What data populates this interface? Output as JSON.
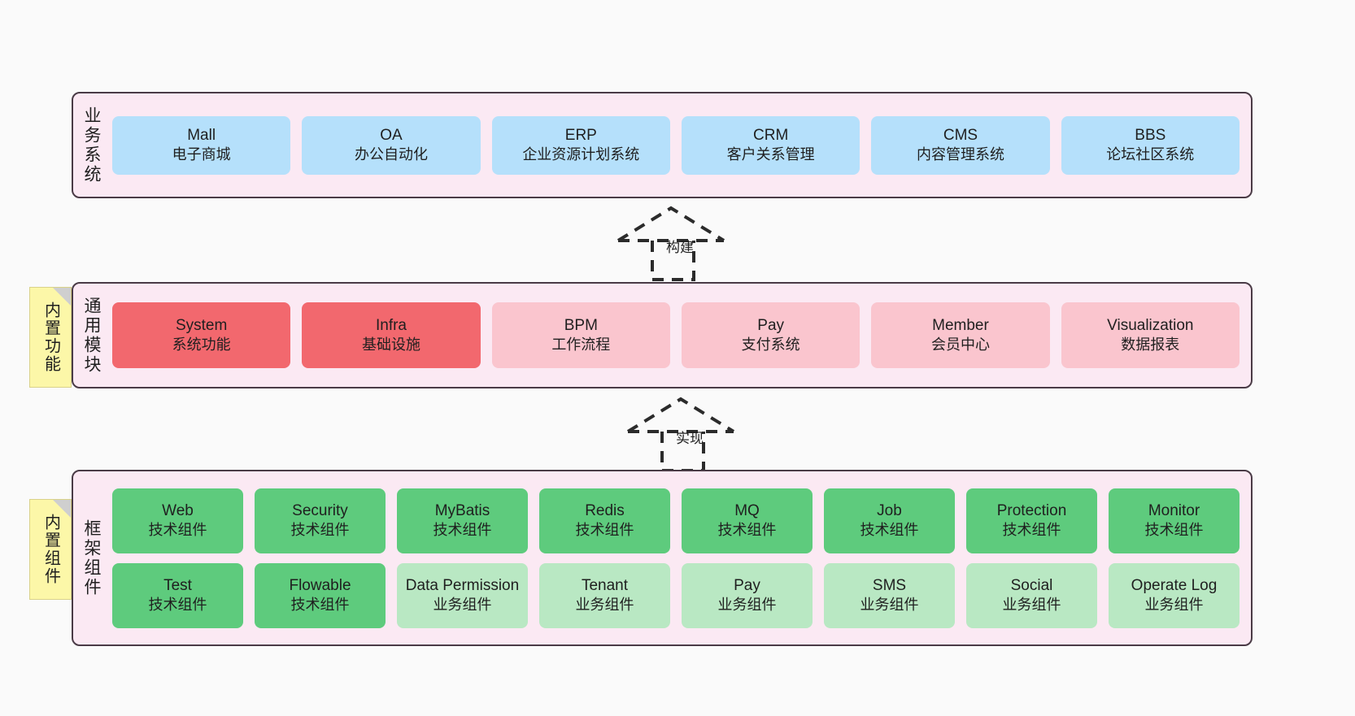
{
  "layers": [
    {
      "id": "business",
      "title": "业务系统",
      "rows": [
        {
          "nodes": [
            {
              "name": "Mall",
              "sub": "电子商城",
              "color": "#b5e0fb"
            },
            {
              "name": "OA",
              "sub": "办公自动化",
              "color": "#b5e0fb"
            },
            {
              "name": "ERP",
              "sub": "企业资源计划系统",
              "color": "#b5e0fb"
            },
            {
              "name": "CRM",
              "sub": "客户关系管理",
              "color": "#b5e0fb"
            },
            {
              "name": "CMS",
              "sub": "内容管理系统",
              "color": "#b5e0fb"
            },
            {
              "name": "BBS",
              "sub": "论坛社区系统",
              "color": "#b5e0fb"
            }
          ]
        }
      ]
    },
    {
      "id": "modules",
      "title": "通用模块",
      "rows": [
        {
          "nodes": [
            {
              "name": "System",
              "sub": "系统功能",
              "color": "#f2686e"
            },
            {
              "name": "Infra",
              "sub": "基础设施",
              "color": "#f2686e"
            },
            {
              "name": "BPM",
              "sub": "工作流程",
              "color": "#fac5ce"
            },
            {
              "name": "Pay",
              "sub": "支付系统",
              "color": "#fac5ce"
            },
            {
              "name": "Member",
              "sub": "会员中心",
              "color": "#fac5ce"
            },
            {
              "name": "Visualization",
              "sub": "数据报表",
              "color": "#fac5ce"
            }
          ]
        }
      ]
    },
    {
      "id": "framework",
      "title": "框架组件",
      "rows": [
        {
          "nodes": [
            {
              "name": "Web",
              "sub": "技术组件",
              "color": "#5ecb7d"
            },
            {
              "name": "Security",
              "sub": "技术组件",
              "color": "#5ecb7d"
            },
            {
              "name": "MyBatis",
              "sub": "技术组件",
              "color": "#5ecb7d"
            },
            {
              "name": "Redis",
              "sub": "技术组件",
              "color": "#5ecb7d"
            },
            {
              "name": "MQ",
              "sub": "技术组件",
              "color": "#5ecb7d"
            },
            {
              "name": "Job",
              "sub": "技术组件",
              "color": "#5ecb7d"
            },
            {
              "name": "Protection",
              "sub": "技术组件",
              "color": "#5ecb7d"
            },
            {
              "name": "Monitor",
              "sub": "技术组件",
              "color": "#5ecb7d"
            }
          ]
        },
        {
          "nodes": [
            {
              "name": "Test",
              "sub": "技术组件",
              "color": "#5ecb7d"
            },
            {
              "name": "Flowable",
              "sub": "技术组件",
              "color": "#5ecb7d"
            },
            {
              "name": "Data Permission",
              "sub": "业务组件",
              "color": "#b9e8c3"
            },
            {
              "name": "Tenant",
              "sub": "业务组件",
              "color": "#b9e8c3"
            },
            {
              "name": "Pay",
              "sub": "业务组件",
              "color": "#b9e8c3"
            },
            {
              "name": "SMS",
              "sub": "业务组件",
              "color": "#b9e8c3"
            },
            {
              "name": "Social",
              "sub": "业务组件",
              "color": "#b9e8c3"
            },
            {
              "name": "Operate Log",
              "sub": "业务组件",
              "color": "#b9e8c3"
            }
          ]
        }
      ]
    }
  ],
  "notes": [
    {
      "id": "functions",
      "text": "内置功能"
    },
    {
      "id": "components",
      "text": "内置组件"
    }
  ],
  "arrows": [
    {
      "id": "build",
      "label": "构建"
    },
    {
      "id": "implement",
      "label": "实现"
    }
  ],
  "colors": {
    "canvas": "#fafafa",
    "layer_fill": "#fbe9f3",
    "layer_border": "#4a3b46",
    "note_fill": "#fcf7a8",
    "note_fold": "#cfcfcf",
    "blue": "#b5e0fb",
    "red": "#f2686e",
    "pink": "#fac5ce",
    "green": "#5ecb7d",
    "light_green": "#b9e8c3",
    "text": "#1f1f1f"
  }
}
